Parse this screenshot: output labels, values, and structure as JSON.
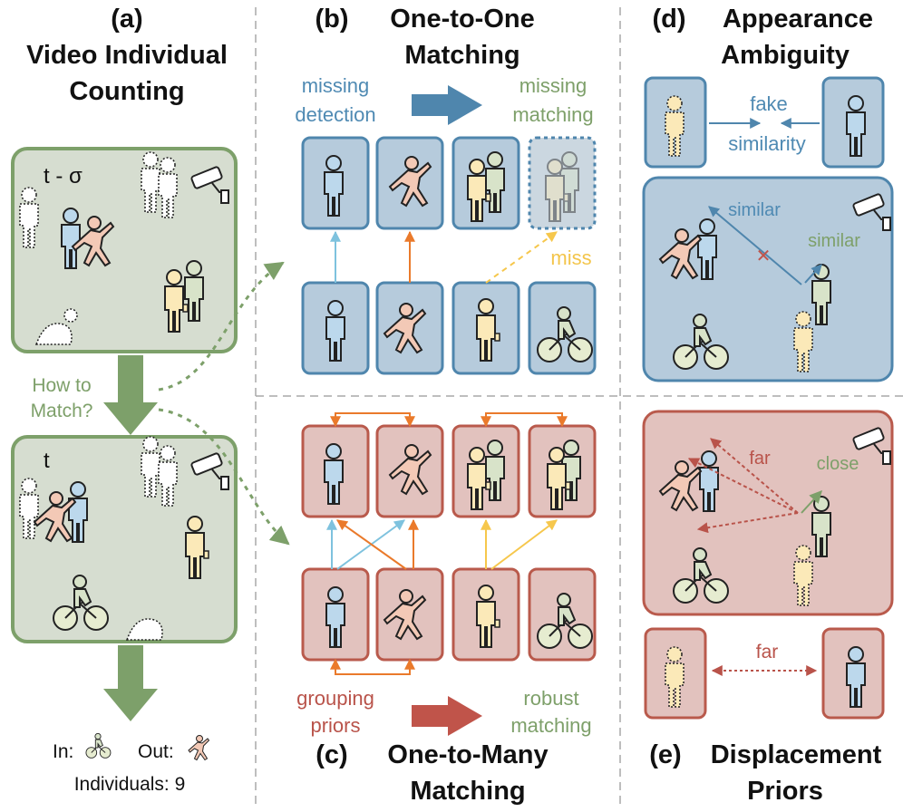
{
  "panel_a": {
    "label": "(a)",
    "title_line1": "Video Individual",
    "title_line2": "Counting",
    "frame1_label": "t - σ",
    "frame2_label": "t",
    "question_line1": "How to",
    "question_line2": "Match?",
    "in_label": "In:",
    "out_label": "Out:",
    "count_text": "Individuals: 9"
  },
  "panel_b": {
    "label": "(b)",
    "title_line1": "One-to-One",
    "title_line2": "Matching",
    "left_line1": "missing",
    "left_line2": "detection",
    "right_line1": "missing",
    "right_line2": "matching",
    "miss_label": "miss"
  },
  "panel_c": {
    "label": "(c)",
    "title_line1": "One-to-Many",
    "title_line2": "Matching",
    "left_line1": "grouping",
    "left_line2": "priors",
    "right_line1": "robust",
    "right_line2": "matching"
  },
  "panel_d": {
    "label": "(d)",
    "title_line1": "Appearance",
    "title_line2": "Ambiguity",
    "fake_line1": "fake",
    "fake_line2": "similarity",
    "similar_1": "similar",
    "similar_2": "similar"
  },
  "panel_e": {
    "label": "(e)",
    "title_line1": "Displacement",
    "title_line2": "Priors",
    "far_1": "far",
    "close_label": "close",
    "far_2": "far"
  },
  "colors": {
    "green_frame": "#7da06a",
    "green_fill": "#d6ddd0",
    "blue_frame": "#4f86ad",
    "blue_fill": "#b6cbdc",
    "red_frame": "#b95a4c",
    "red_fill": "#e2c2be",
    "blue_text": "#4f8ab3",
    "green_text": "#7ea06a",
    "red_text": "#b9534a",
    "yellow_text": "#f3c54b",
    "orange_arrow": "#ea7a2b",
    "lightblue_arrow": "#7ec2de"
  }
}
